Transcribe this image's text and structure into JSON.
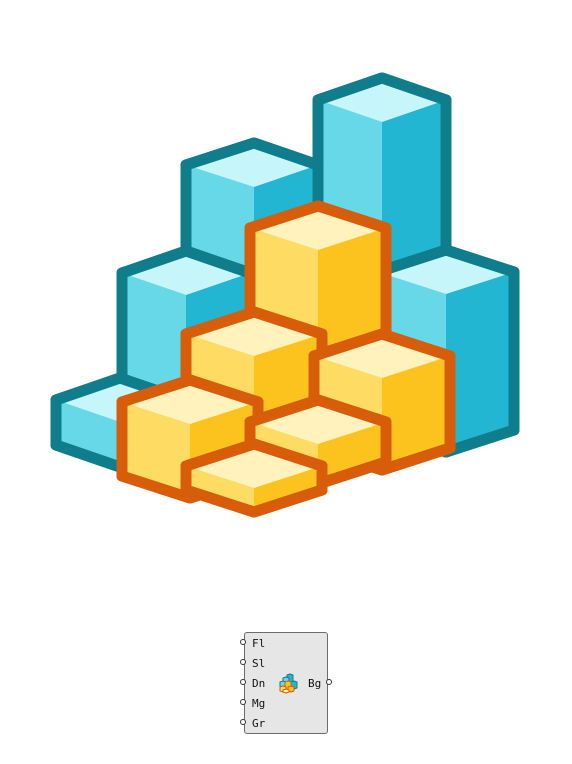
{
  "component": {
    "inputs": [
      "Fl",
      "Sl",
      "Dn",
      "Mg",
      "Gr"
    ],
    "outputs": [
      "Bg"
    ],
    "icon": "stacked-cubes-icon"
  },
  "colors": {
    "teal_outline": "#107d8c",
    "cyan_light": "#c6f6fa",
    "cyan_mid": "#66d8e8",
    "cyan_dark": "#22b6d2",
    "orange_outline": "#d75d0a",
    "yellow_light": "#fff2bd",
    "yellow_mid": "#fedc63",
    "yellow_dark": "#fcc31f"
  }
}
